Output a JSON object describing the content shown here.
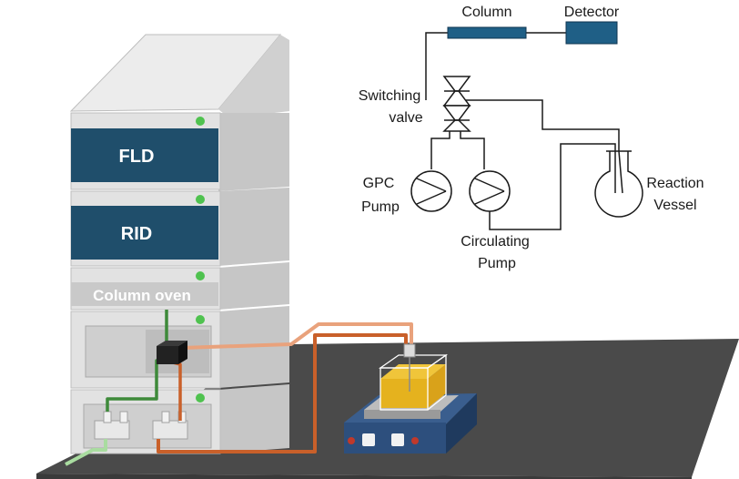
{
  "modules": {
    "fld_label": "FLD",
    "rid_label": "RID",
    "oven_label": "Column oven"
  },
  "schematic": {
    "column_label": "Column",
    "detector_label": "Detector",
    "switching_label_1": "Switching",
    "switching_label_2": "valve",
    "gpc_label_1": "GPC",
    "gpc_label_2": "Pump",
    "circulating_label_1": "Circulating",
    "circulating_label_2": "Pump",
    "reaction_label_1": "Reaction",
    "reaction_label_2": "Vessel"
  },
  "colors": {
    "module_face": "#e3e3e3",
    "module_side": "#c9c9c9",
    "module_top": "#ededed",
    "panel_teal": "#1f4e6b",
    "led_green": "#4fc24f",
    "floor": "#4a4a4a",
    "tube_green": "#3e8a3a",
    "tube_orange": "#c9602a",
    "tube_peach": "#e9a27c",
    "stirrer_blue": "#2d4f7d",
    "liquid_yellow": "#e5b21e",
    "schematic_blue": "#1f5f86"
  }
}
